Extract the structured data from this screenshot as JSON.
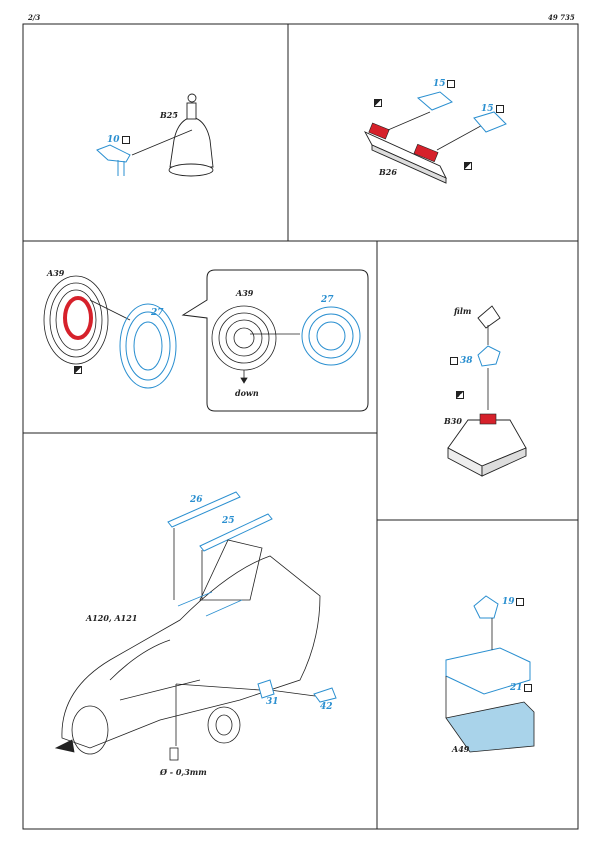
{
  "header": {
    "page": "2/3",
    "code": "49 735"
  },
  "panel1": {
    "part_label": "B25",
    "pe_number": "10"
  },
  "panel2": {
    "part_label": "B26",
    "pe_number_a": "15",
    "pe_number_b": "15"
  },
  "panel3": {
    "part_label": "A39",
    "pe_number": "27",
    "inset_label": "A39",
    "inset_pe": "27",
    "direction": "down"
  },
  "panel4": {
    "film_label": "film",
    "pe_number": "38",
    "part_label": "B30"
  },
  "panel5": {
    "pe_a": "26",
    "pe_b": "25",
    "part_label": "A120, A121",
    "pe_c": "31",
    "pe_d": "42",
    "drill": "Ø - 0,3mm"
  },
  "panel6": {
    "pe_a": "19",
    "pe_b": "21",
    "part_label": "A49"
  },
  "colors": {
    "pe_blue": "#2a8fd0",
    "paint_red": "#d6212b",
    "light_blue": "#a9d3ea",
    "line": "#222222"
  }
}
